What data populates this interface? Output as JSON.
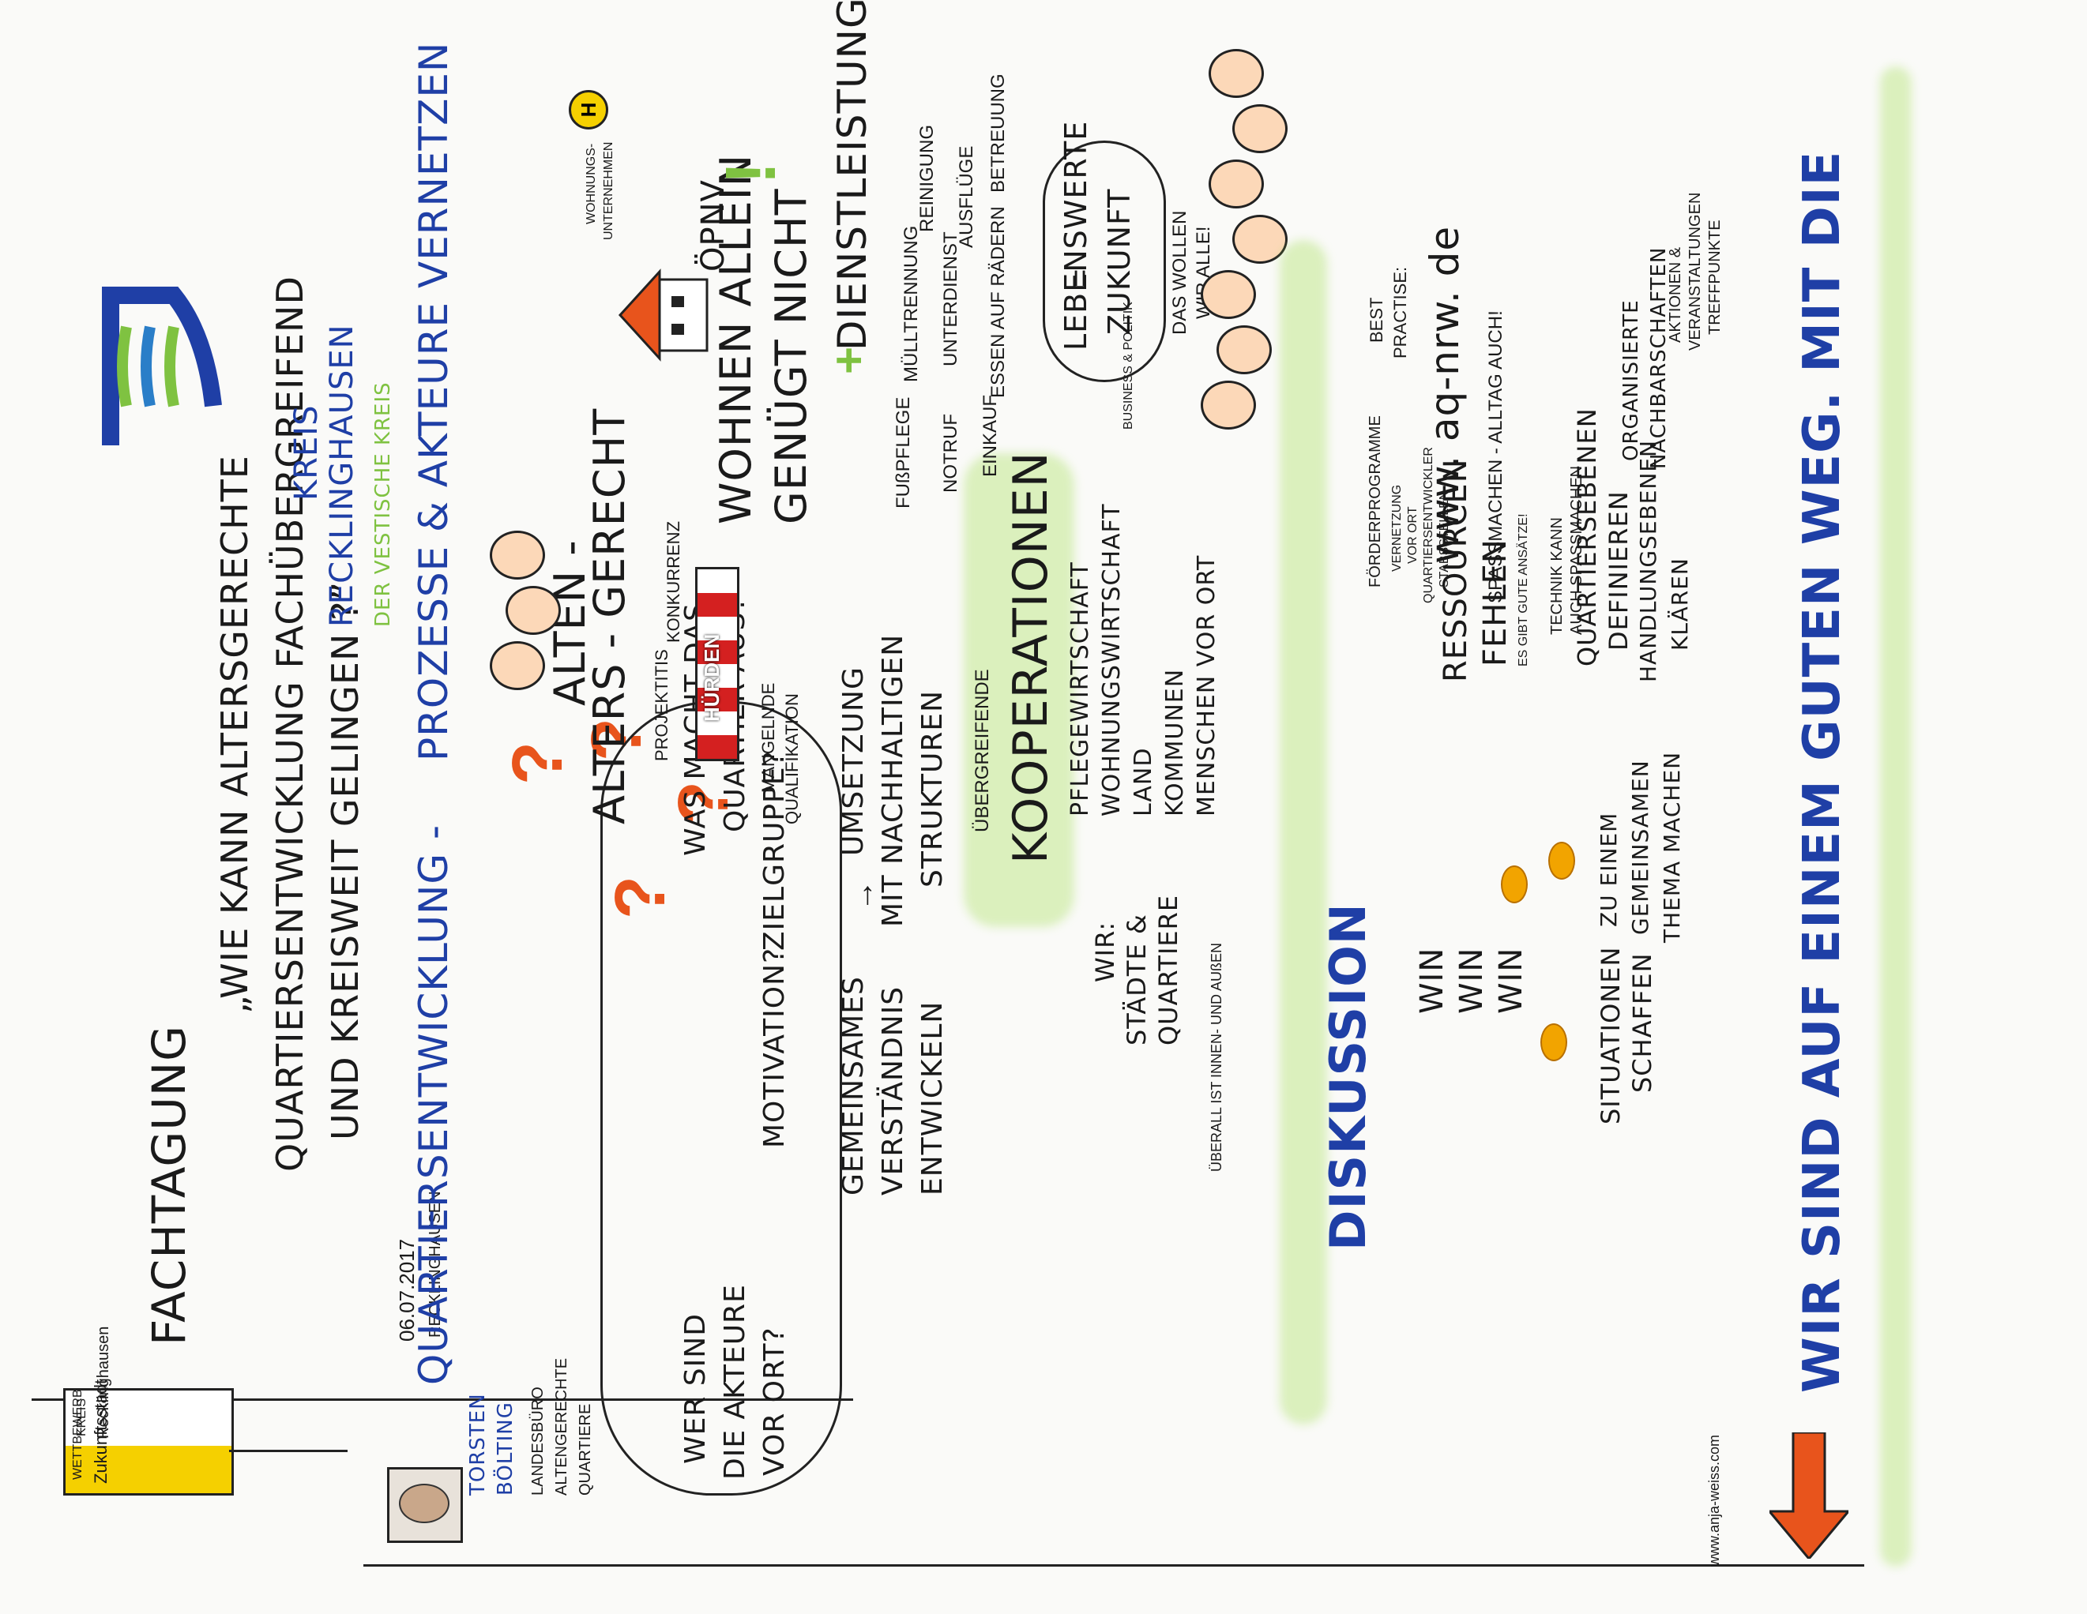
{
  "colors": {
    "blue": "#1f3fa6",
    "green": "#7fc241",
    "orange": "#e8541c",
    "ink": "#1a1a1a",
    "yellow": "#f5d000",
    "red": "#d42020"
  },
  "header": {
    "sign_top": "WETTBEWERB",
    "sign_title": "Zukunftsstadt",
    "sign_kreis": "KREIS",
    "sign_city": "Recklinghausen",
    "event": "FACHTAGUNG",
    "date": "06.07.2017",
    "place": "RECKLINGHAUSEN",
    "question_line1": "„WIE KANN ALTERSGERECHTE",
    "question_line2": "QUARTIERSENTWICKLUNG FACHÜBERGREIFEND",
    "question_line3": "UND KREISWEIT GELINGEN ?”",
    "logo_kreis": "KREIS",
    "logo_name": "RECKLINGHAUSEN",
    "logo_slogan": "DER VESTISCHE KREIS"
  },
  "section_title": {
    "part1": "QUARTIERSENTWICKLUNG -",
    "part2": "PROZESSE & AKTEURE VERNETZEN"
  },
  "speaker": {
    "name1": "TORSTEN",
    "name2": "BÖLTING",
    "role1": "LANDESBÜRO",
    "role2": "ALTENGERECHTE",
    "role3": "QUARTIERE"
  },
  "questions": {
    "q1_line1": "WER SIND",
    "q1_line2": "DIE AKTEURE",
    "q1_line3": "VOR ORT?",
    "q2": "MOTIVATION?",
    "q3": "ZIELGRUPPE?",
    "q4_line1": "WAS MACHT DAS",
    "q4_line2": "QUARTIER AUS?",
    "alten": "ALTEN -",
    "alters": "ALTERS - GERECHT",
    "qm1": "?",
    "qm2": "?",
    "qm3": "?",
    "qm4": "?"
  },
  "development": {
    "gem1": "GEMEINSAMES",
    "gem2": "VERSTÄNDNIS",
    "gem3": "ENTWICKELN",
    "ums1": "UMSETZUNG",
    "ums2": "MIT NACHHALTIGEN",
    "ums3": "STRUKTUREN",
    "arrow": "→"
  },
  "hurdles": {
    "sign": "HÜRDEN",
    "projektitis": "PROJEKTITIS",
    "konkurrenz": "KONKURRENZ",
    "q1": "MANGELNDE",
    "q2": "QUALIFIKATION"
  },
  "cooperation": {
    "header": "ÜBERGREIFENDE",
    "title": "KOOPERATIONEN",
    "wir1": "WIR:",
    "wir2": "STÄDTE &",
    "wir3": "QUARTIERE",
    "ueberall": "ÜBERALL IST INNEN- UND AUßEN",
    "list": [
      "PFLEGEWIRTSCHAFT",
      "WOHNUNGSWIRTSCHAFT",
      "LAND",
      "KOMMUNEN",
      "MENSCHEN VOR ORT"
    ],
    "business": "BUSINESS & POLITIK",
    "equals": "="
  },
  "wohnen": {
    "housing_sign1": "WOHNUNGS-",
    "housing_sign2": "UNTERNEHMEN",
    "oepnv": "ÖPNV",
    "bus": "H",
    "title1": "WOHNEN ALLEIN",
    "title2": "GENÜGT NICHT",
    "excl": "!",
    "plus": "+",
    "dienst": "DIENSTLEISTUNGEN",
    "items": [
      "FUßPFLEGE",
      "MÜLLTRENNUNG",
      "REINIGUNG",
      "NOTRUF",
      "UNTERDIENST",
      "AUSFLÜGE",
      "BETREUUNG",
      "EINKAUF",
      "ESSEN AUF RÄDERN"
    ]
  },
  "future": {
    "bubble1": "LEBENSWERTE",
    "bubble2": "ZUKUNFT",
    "wollen1": "DAS WOLLEN",
    "wollen2": "WIR ALLE!"
  },
  "discussion": {
    "title": "DISKUSSION",
    "win": [
      "WIN",
      "WIN",
      "WIN"
    ],
    "sit1": "SITUATIONEN",
    "sit2": "SCHAFFEN",
    "zu1": "ZU EINEM",
    "zu2": "GEMEINSAMEN",
    "zu3": "THEMA MACHEN",
    "res1": "RESSOURCEN",
    "res2": "FEHLEN",
    "res3": "ES GIBT GUTE ANSÄTZE!",
    "foerder": "FÖRDERPROGRAMME",
    "vernetzung1": "VERNETZUNG",
    "vernetzung2": "VOR ORT",
    "qe1": "QUARTIERSENTWICKLER",
    "qe2": "STABSSTELLEN",
    "qeb1": "QUARTIERSEBENEN",
    "qeb2": "DEFINIEREN",
    "handl1": "HANDLUNGSEBENEN",
    "handl2": "KLÄREN",
    "best1": "BEST",
    "best2": "PRACTISE:",
    "url": "www. aq-nrw. de",
    "alltag": "SPASSMACHEN - ALLTAG AUCH!",
    "technik1": "TECHNIK KANN",
    "technik2": "AUCH SPASSMACHEN",
    "org1": "ORGANISIERTE",
    "org2": "NACHBARSCHAFTEN",
    "akt1": "AKTIONEN &",
    "akt2": "VERANSTALTUNGEN",
    "akt3": "TREFFPUNKTE"
  },
  "footer": {
    "credit": "www.anja-weiss.com",
    "closing": "WIR SIND AUF EINEM GUTEN WEG. MIT DIE"
  }
}
